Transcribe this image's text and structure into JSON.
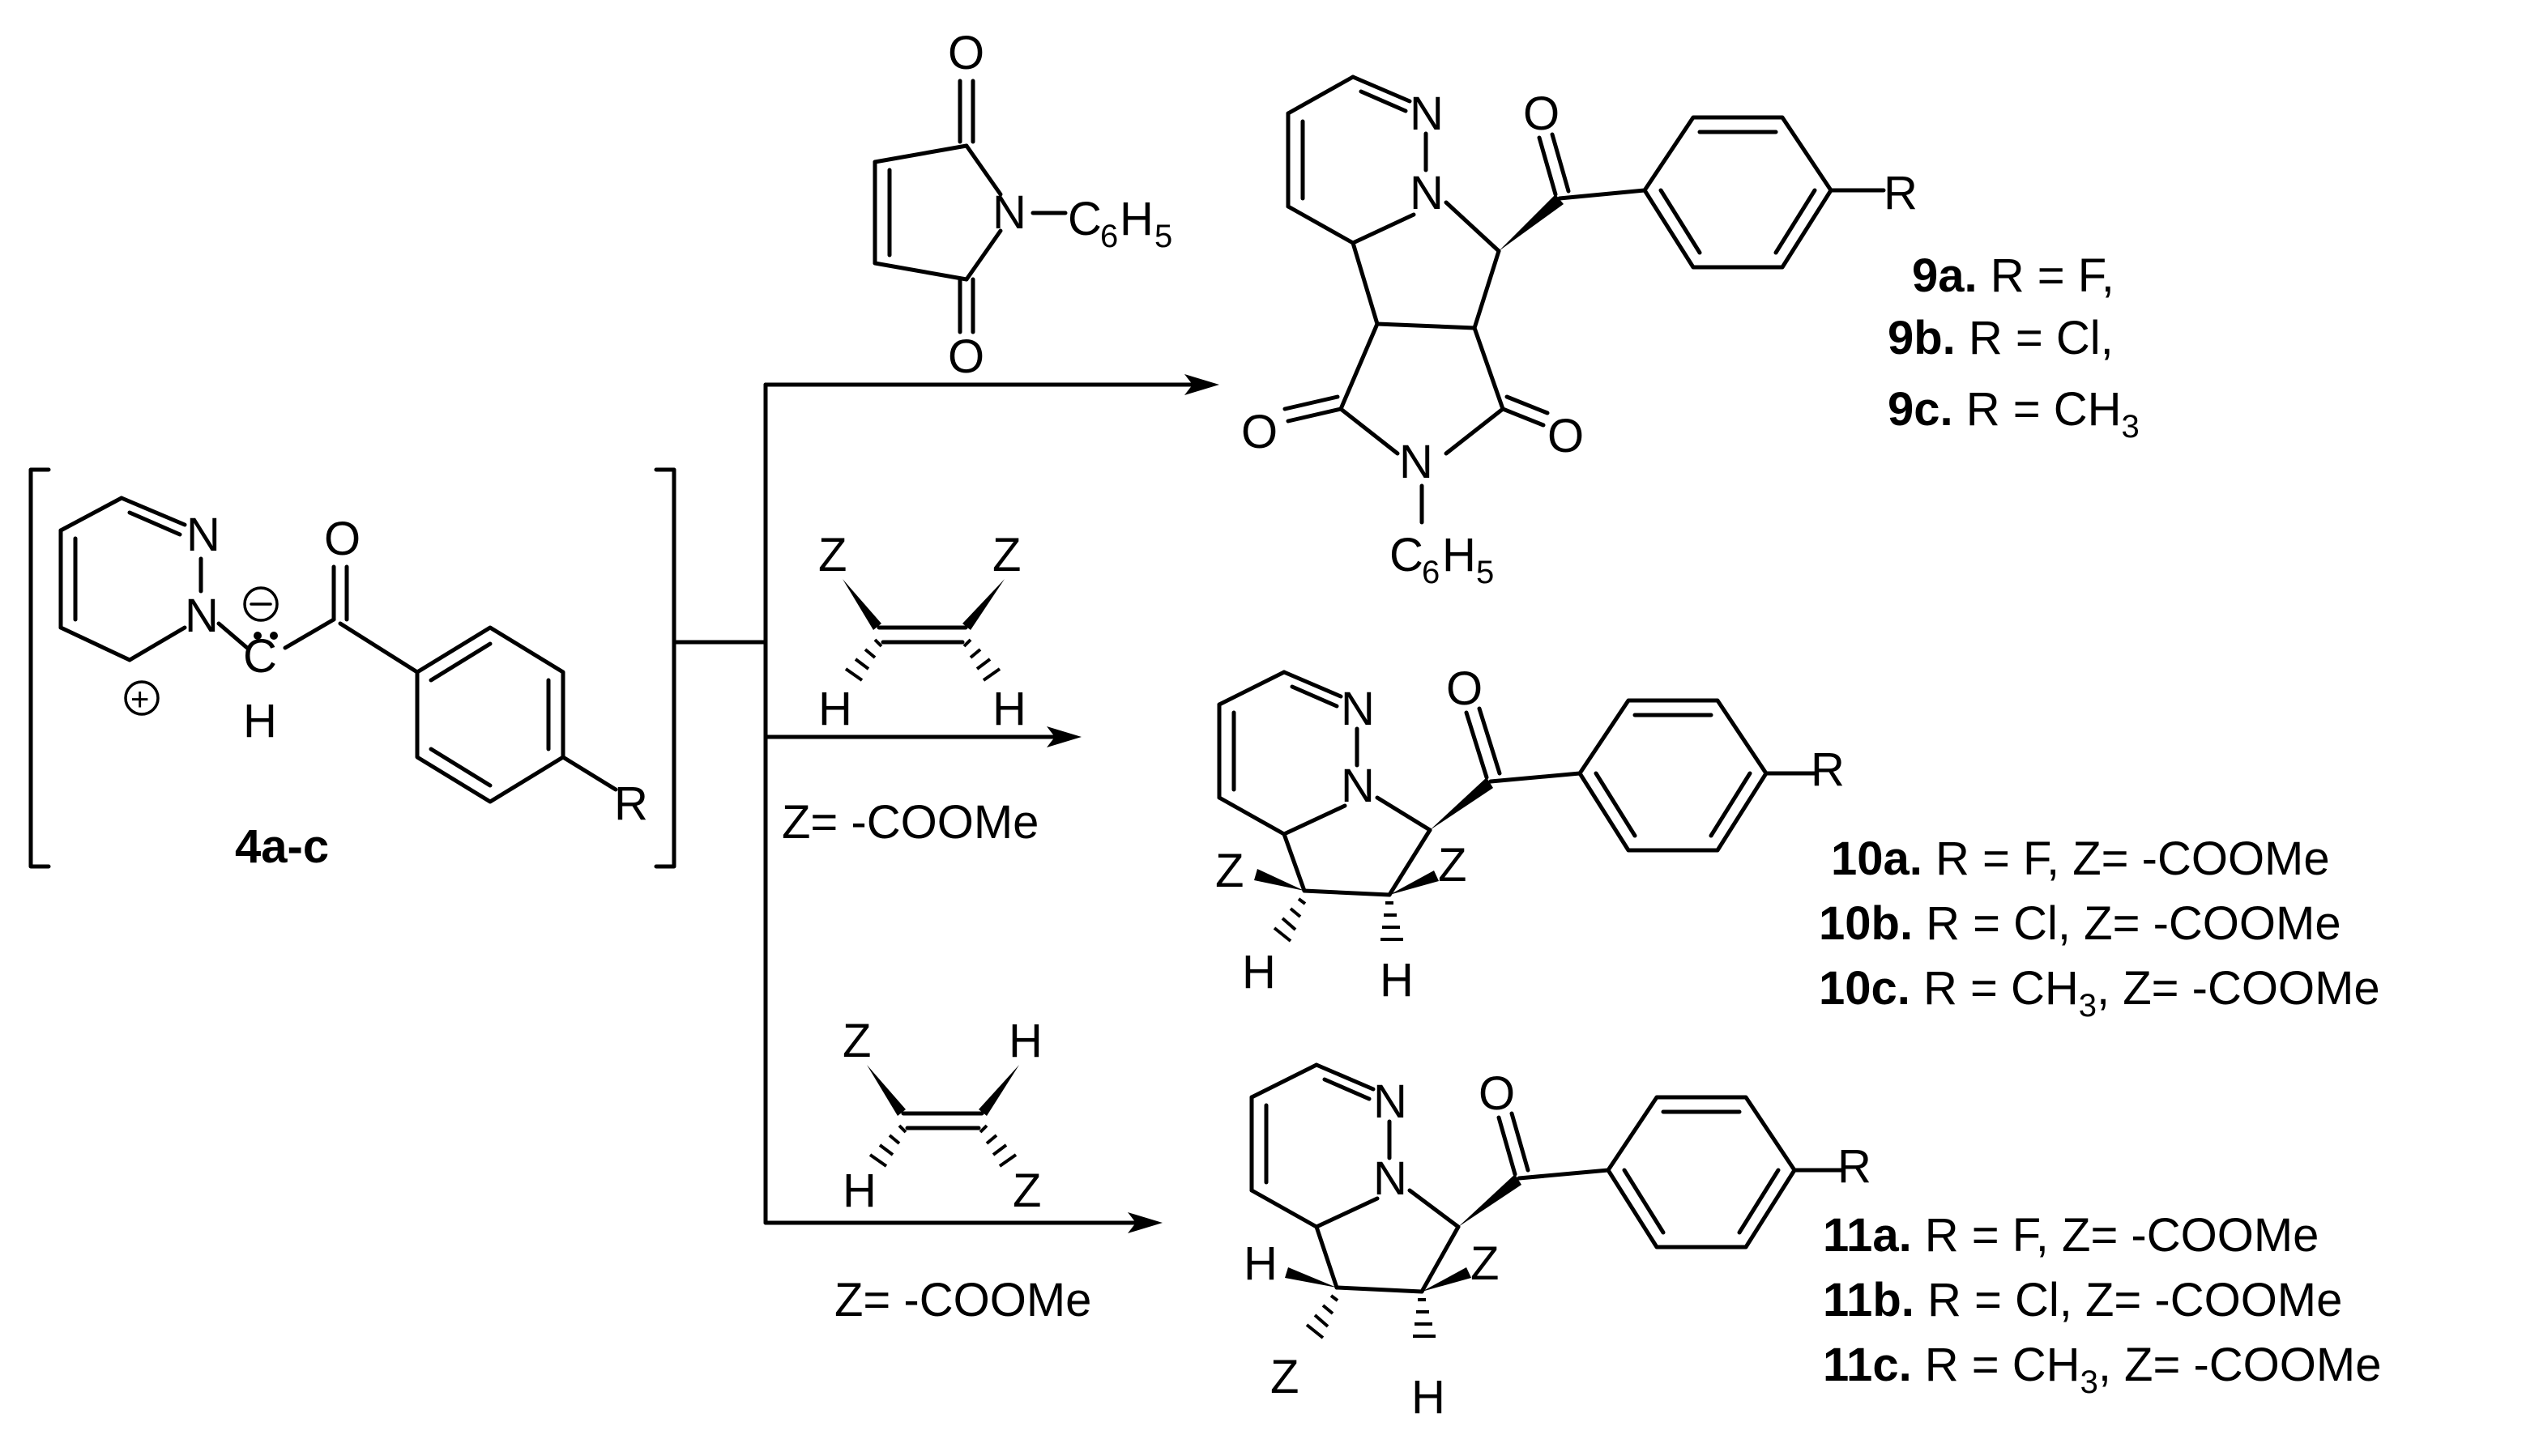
{
  "reactant": {
    "id": "4a-c",
    "atoms": {
      "N": "N",
      "C": "C",
      "H": "H",
      "O": "O",
      "R": "R"
    },
    "plus": "+",
    "minus": "−"
  },
  "reagent_maleimide": {
    "O": "O",
    "N": "N",
    "phenyl": "C",
    "phenyl_c_sub": "6",
    "phenyl_h": "H",
    "phenyl_h_sub": "5"
  },
  "reagent_cis": {
    "Z": "Z",
    "H": "H",
    "note": "Z= -COOMe"
  },
  "reagent_trans": {
    "Z": "Z",
    "H": "H",
    "note": "Z= -COOMe"
  },
  "product_9": {
    "atoms": {
      "N": "N",
      "O": "O",
      "R": "R",
      "C": "C",
      "C_sub": "6",
      "H": "H",
      "H_sub": "5"
    },
    "labels": [
      {
        "id": "9a.",
        "text": " R = F,"
      },
      {
        "id": "9b.",
        "text": " R = Cl,"
      },
      {
        "id": "9c.",
        "text": " R = CH",
        "sub": "3"
      }
    ]
  },
  "product_10": {
    "atoms": {
      "N": "N",
      "O": "O",
      "R": "R",
      "Z": "Z",
      "H": "H"
    },
    "labels": [
      {
        "id": "10a.",
        "text": " R = F,  Z= -COOMe"
      },
      {
        "id": "10b.",
        "text": " R = Cl, Z= -COOMe"
      },
      {
        "id": "10c.",
        "text": " R = CH",
        "sub": "3",
        "tail": ", Z= -COOMe"
      }
    ]
  },
  "product_11": {
    "atoms": {
      "N": "N",
      "O": "O",
      "R": "R",
      "Z": "Z",
      "H": "H"
    },
    "labels": [
      {
        "id": "11a.",
        "text": " R = F,  Z= -COOMe"
      },
      {
        "id": "11b.",
        "text": " R = Cl, Z= -COOMe"
      },
      {
        "id": "11c.",
        "text": " R = CH",
        "sub": "3",
        "tail": ", Z= -COOMe"
      }
    ]
  }
}
